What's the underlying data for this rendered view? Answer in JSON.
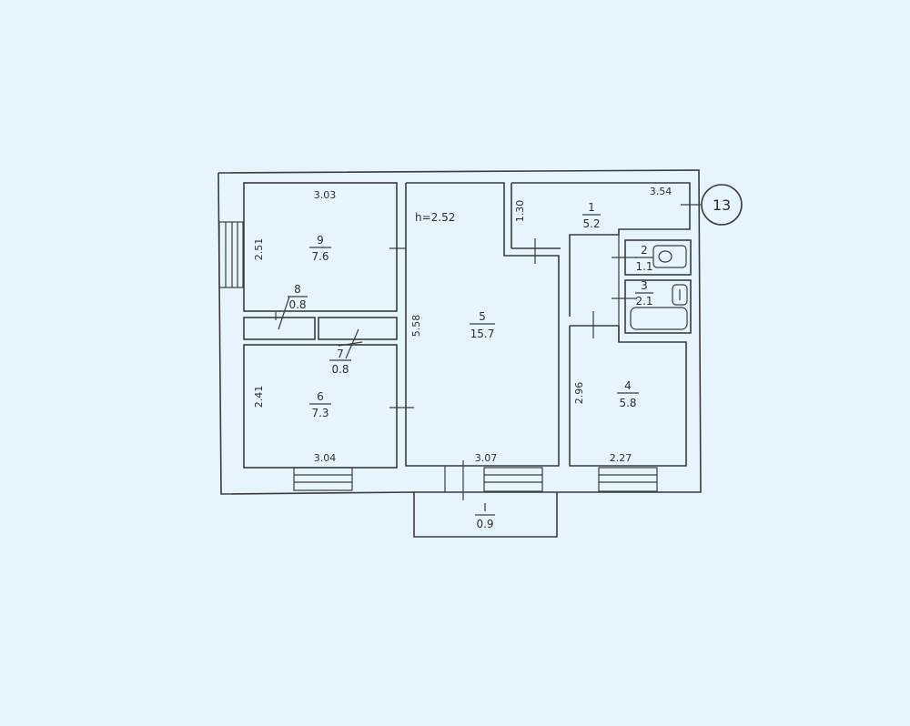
{
  "plan": {
    "apartment_number": "13",
    "ceiling_height": "h=2.52",
    "rooms": [
      {
        "number": "1",
        "area": "5.2"
      },
      {
        "number": "2",
        "area": "1.1"
      },
      {
        "number": "3",
        "area": "2.1"
      },
      {
        "number": "4",
        "area": "5.8"
      },
      {
        "number": "5",
        "area": "15.7"
      },
      {
        "number": "6",
        "area": "7.3"
      },
      {
        "number": "7",
        "area": "0.8"
      },
      {
        "number": "8",
        "area": "0.8"
      },
      {
        "number": "9",
        "area": "7.6"
      },
      {
        "number": "I",
        "area": "0.9"
      }
    ],
    "dimensions": {
      "room9_width": "3.03",
      "room9_depth": "2.51",
      "room6_depth": "2.41",
      "room6_width": "3.04",
      "room5_length": "5.58",
      "room5_width": "3.07",
      "room1_width": "3.54",
      "room1_depth": "1.30",
      "room4_depth": "2.96",
      "room4_width": "2.27"
    }
  }
}
